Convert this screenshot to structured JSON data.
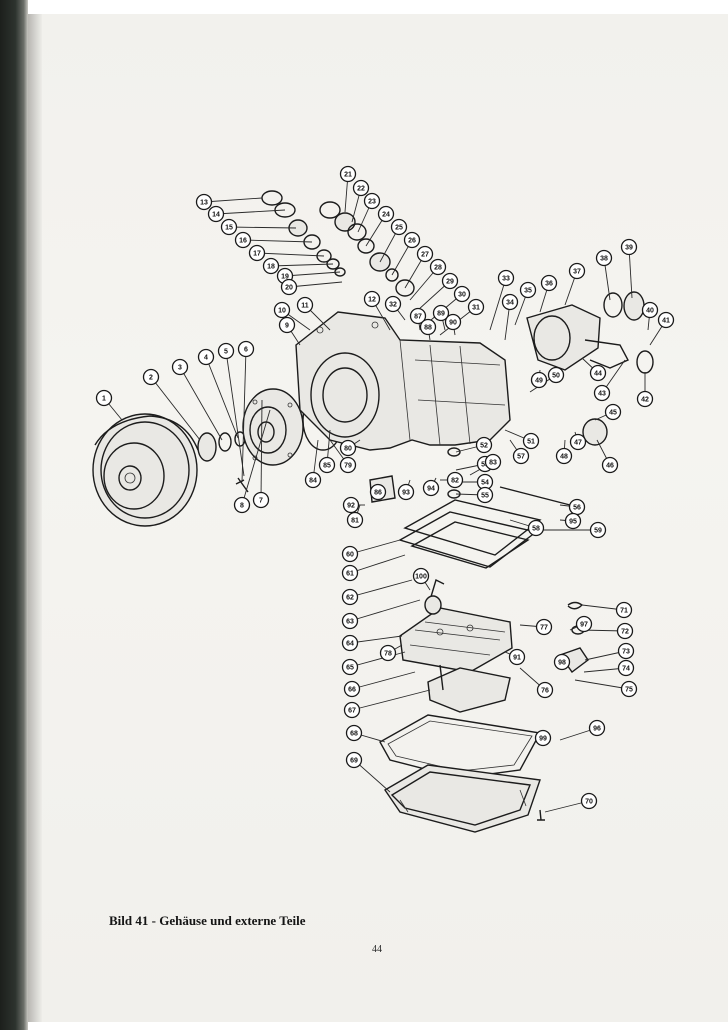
{
  "caption": "Bild 41 - Gehäuse und externe Teile",
  "page_number": "44",
  "callouts": [
    "1",
    "2",
    "3",
    "4",
    "5",
    "6",
    "7",
    "8",
    "9",
    "10",
    "11",
    "12",
    "13",
    "14",
    "15",
    "16",
    "17",
    "18",
    "19",
    "20",
    "21",
    "22",
    "23",
    "24",
    "25",
    "26",
    "27",
    "28",
    "29",
    "30",
    "31",
    "32",
    "33",
    "34",
    "35",
    "36",
    "37",
    "38",
    "39",
    "40",
    "41",
    "42",
    "43",
    "44",
    "45",
    "46",
    "47",
    "48",
    "49",
    "50",
    "51",
    "52",
    "53",
    "54",
    "55",
    "56",
    "57",
    "58",
    "59",
    "60",
    "61",
    "62",
    "63",
    "64",
    "65",
    "66",
    "67",
    "68",
    "69",
    "70",
    "71",
    "72",
    "73",
    "74",
    "75",
    "76",
    "77",
    "78",
    "79",
    "80",
    "81",
    "82",
    "83",
    "84",
    "85",
    "86",
    "87",
    "88",
    "89",
    "90",
    "91",
    "92",
    "93",
    "94",
    "95",
    "96",
    "97",
    "98",
    "99",
    "100"
  ]
}
